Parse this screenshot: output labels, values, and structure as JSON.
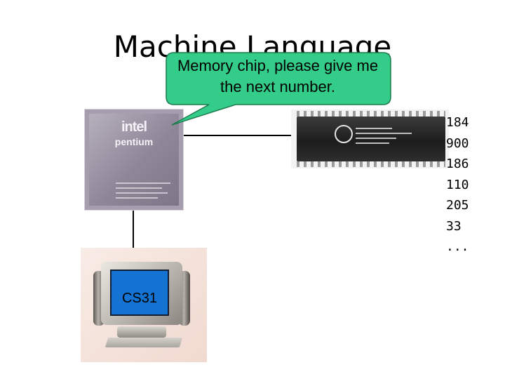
{
  "slide": {
    "title": "Machine Language",
    "bubble_text": "Memory chip, please give me the next number.",
    "cpu": {
      "brand": "intel",
      "model": "pentium"
    },
    "memory_numbers": [
      "184",
      "900",
      "186",
      "110",
      "205",
      "33",
      "..."
    ],
    "screen_label": "CS31"
  },
  "colors": {
    "bubble_fill": "#33cc88",
    "screen_fill": "#1472d2",
    "wire": "#000000"
  }
}
